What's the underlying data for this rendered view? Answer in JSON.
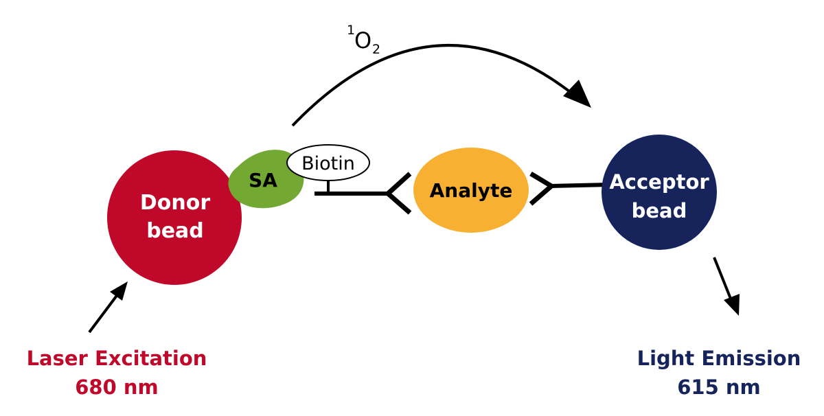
{
  "singlet_oxygen": {
    "base": "O",
    "pre_sup": "1",
    "sub": "2"
  },
  "donor_bead": {
    "line1": "Donor",
    "line2": "bead",
    "color": "#c0092a"
  },
  "streptavidin": {
    "label": "SA",
    "color": "#73a832"
  },
  "biotin": {
    "label": "Biotin"
  },
  "analyte": {
    "label": "Analyte",
    "color": "#f7b032"
  },
  "acceptor_bead": {
    "line1": "Acceptor",
    "line2": "bead",
    "color": "#17245c"
  },
  "excitation": {
    "line1": "Laser Excitation",
    "line2": "680 nm",
    "color": "#c0092a"
  },
  "emission": {
    "line1": "Light Emission",
    "line2": "615 nm",
    "color": "#17245c"
  }
}
